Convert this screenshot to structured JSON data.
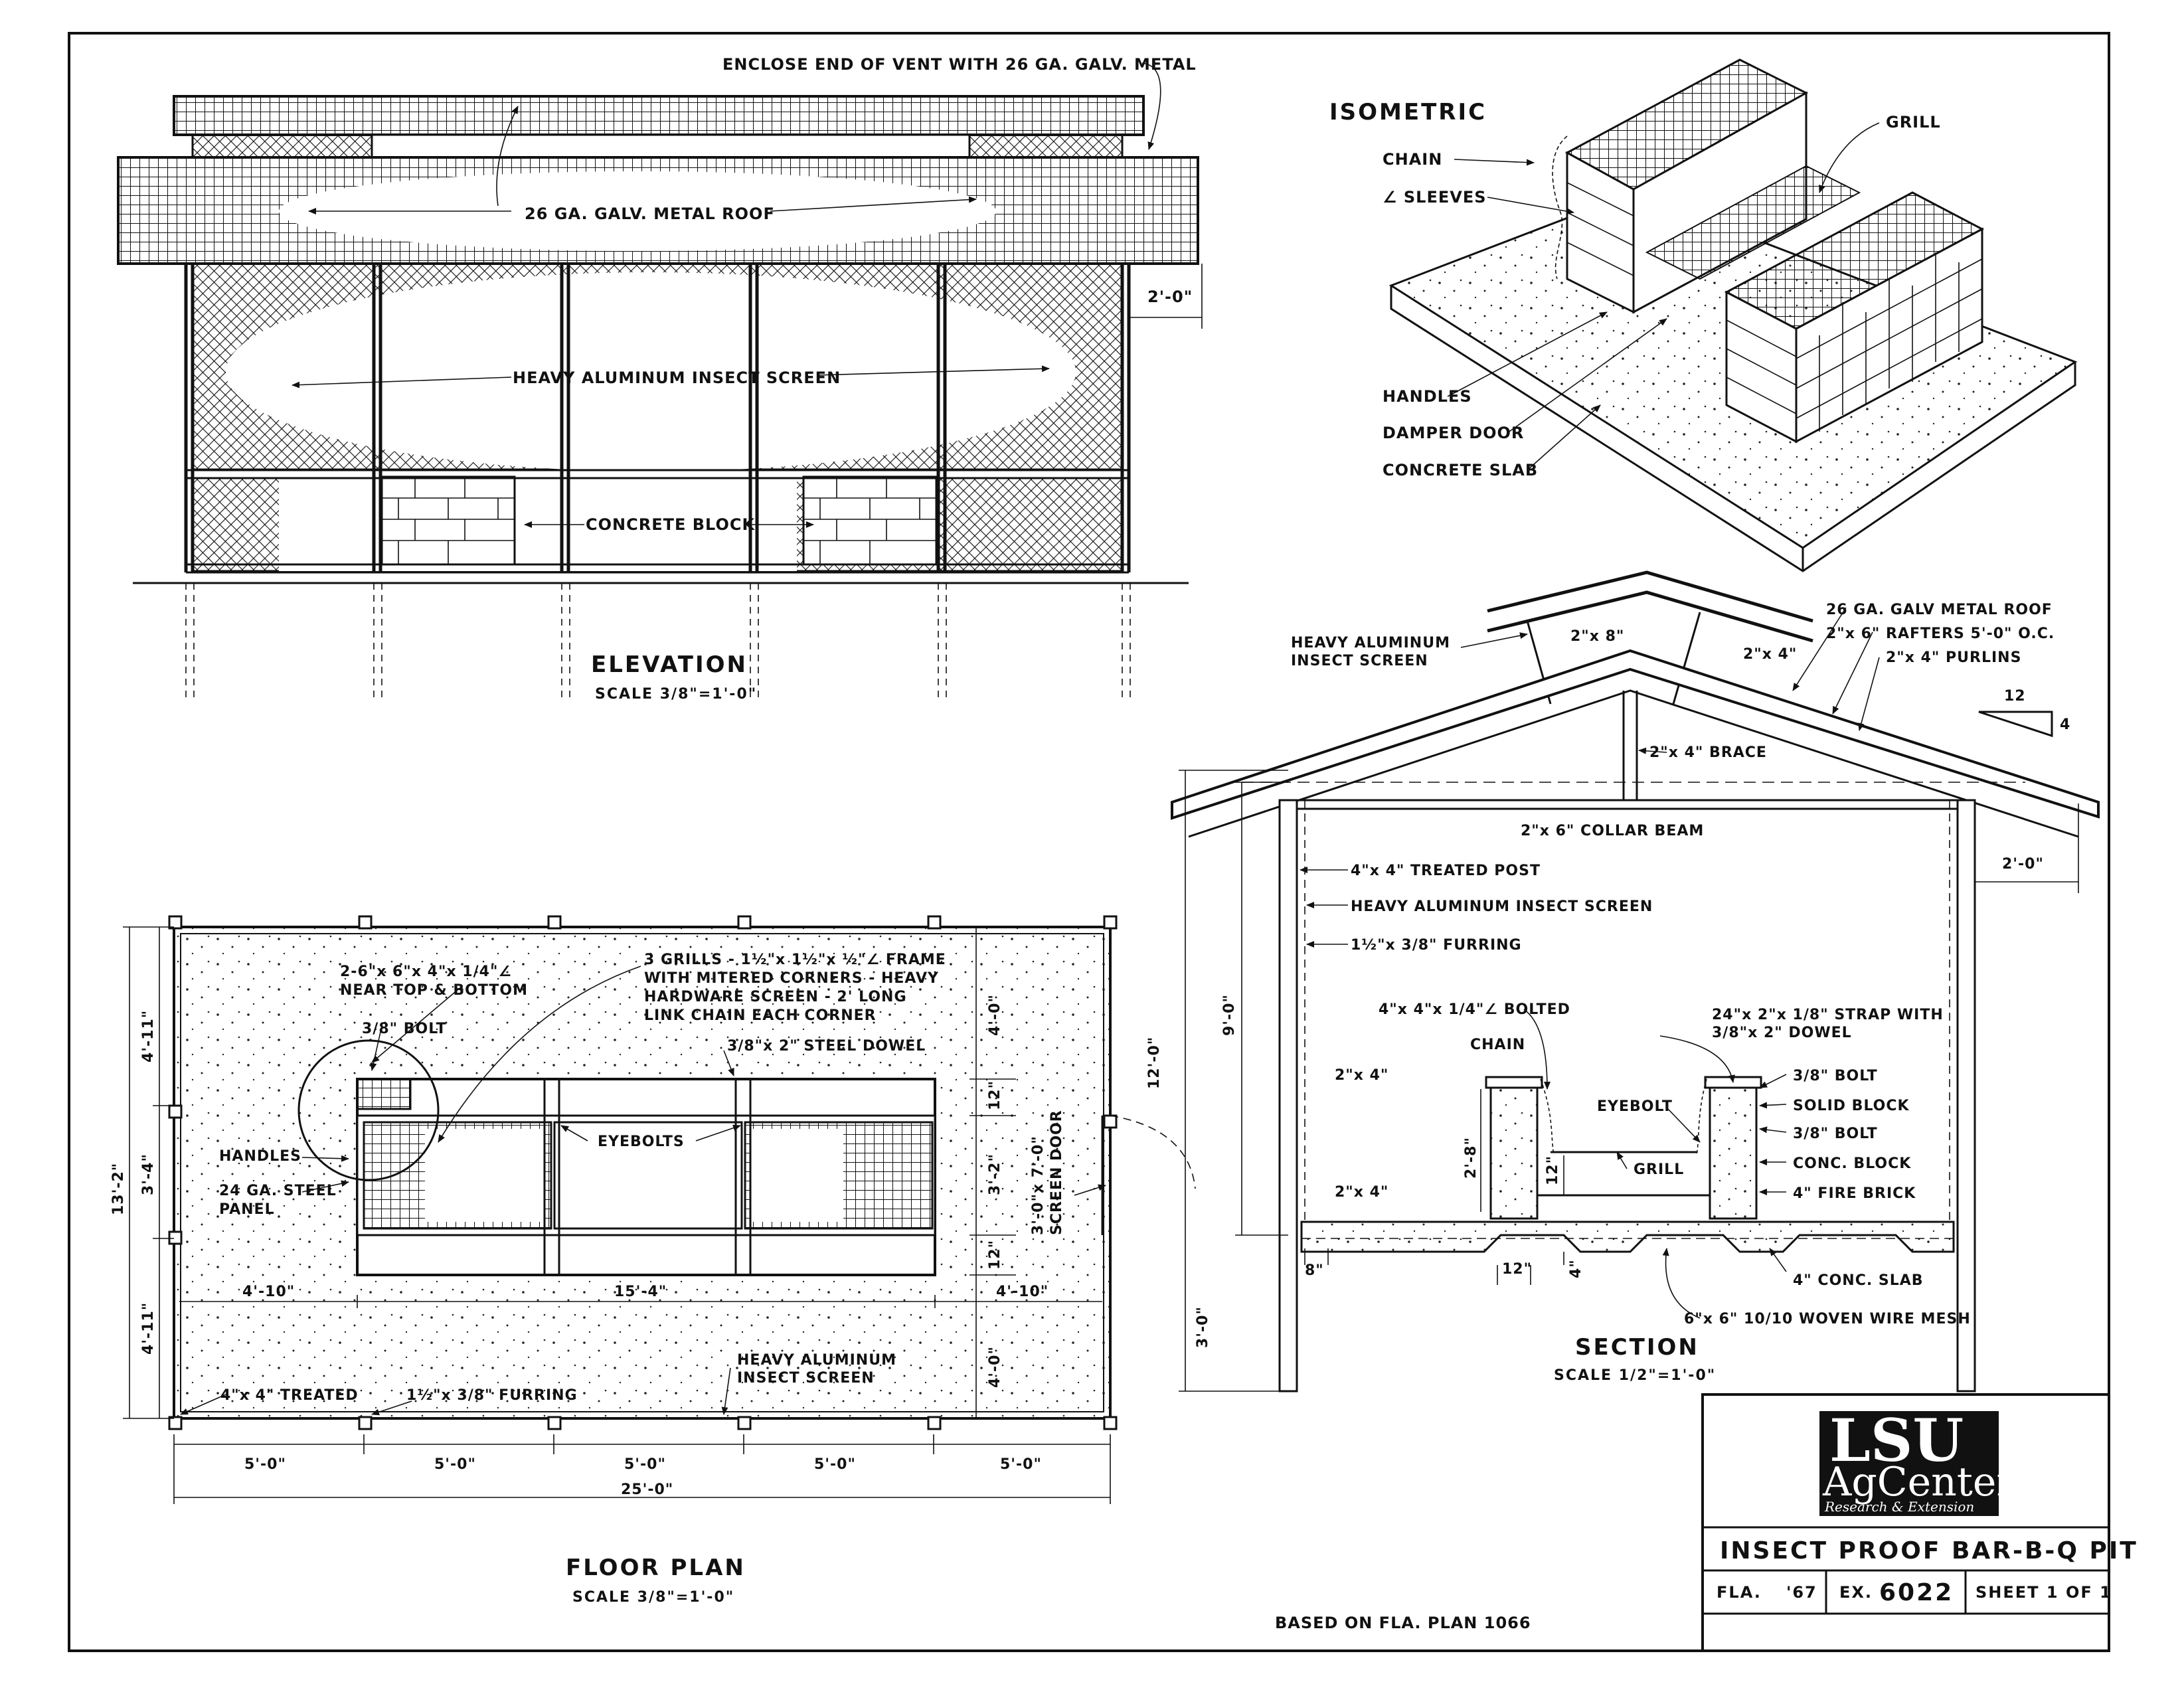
{
  "elevation": {
    "title": "ELEVATION",
    "scale": "SCALE 3/8\"=1'-0\"",
    "labels": {
      "vent_end": "ENCLOSE END OF VENT WITH 26 GA. GALV. METAL",
      "roof": "26 GA. GALV. METAL ROOF",
      "screen": "HEAVY ALUMINUM INSECT SCREEN",
      "block": "CONCRETE BLOCK",
      "overhang": "2'-0\""
    }
  },
  "isometric": {
    "title": "ISOMETRIC",
    "labels": {
      "chain": "CHAIN",
      "sleeves": "∠ SLEEVES",
      "handles": "HANDLES",
      "damper": "DAMPER DOOR",
      "slab": "CONCRETE SLAB",
      "grill": "GRILL"
    }
  },
  "section": {
    "title": "SECTION",
    "scale": "SCALE 1/2\"=1'-0\"",
    "slope": {
      "run": "12",
      "rise": "4"
    },
    "labels": {
      "screen_top": "HEAVY ALUMINUM",
      "screen_top2": "INSECT SCREEN",
      "roof": "26 GA. GALV METAL ROOF",
      "rafters": "2\"x 6\" RAFTERS 5'-0\" O.C.",
      "purlins": "2\"x 4\" PURLINS",
      "r2x8": "2\"x 8\"",
      "r2x4": "2\"x 4\"",
      "brace": "2\"x 4\" BRACE",
      "collar": "2\"x 6\" COLLAR BEAM",
      "post": "4\"x 4\" TREATED POST",
      "screen": "HEAVY ALUMINUM INSECT SCREEN",
      "furring": "1½\"x 3/8\" FURRING",
      "overhang": "2'-0\"",
      "h12": "12'-0\"",
      "h9": "9'-0\"",
      "h3": "3'-0\"",
      "a2x4_a": "2\"x 4\"",
      "a2x4_b": "2\"x 4\"",
      "angle": "4\"x 4\"x 1/4\"∠ BOLTED",
      "chain": "CHAIN",
      "eyebolt": "EYEBOLT",
      "grill": "GRILL",
      "h28": "2'-8\"",
      "h12in": "12\"",
      "strap": "24\"x 2\"x 1/8\" STRAP WITH",
      "strap2": "3/8\"x 2\" DOWEL",
      "bolt1": "3/8\" BOLT",
      "solid": "SOLID BLOCK",
      "bolt2": "3/8\" BOLT",
      "conc_block": "CONC. BLOCK",
      "fire": "4\" FIRE BRICK",
      "d8": "8\"",
      "d12": "12\"",
      "d4": "4\"",
      "slab": "4\" CONC. SLAB",
      "mesh": "6\"x 6\" 10/10 WOVEN WIRE MESH"
    }
  },
  "floor_plan": {
    "title": "FLOOR PLAN",
    "scale": "SCALE 3/8\"=1'-0\"",
    "labels": {
      "angle": "2-6\"x 6\"x 4\"x 1/4\"∠",
      "angle2": "NEAR TOP & BOTTOM",
      "bolt": "3/8\" BOLT",
      "grills": "3 GRILLS - 1½\"x 1½\"x ½\"∠ FRAME",
      "grills2": "WITH MITERED CORNERS - HEAVY",
      "grills3": "HARDWARE SCREEN - 2' LONG",
      "grills4": "LINK CHAIN EACH CORNER",
      "dowel": "3/8\"x 2\" STEEL DOWEL",
      "handles": "HANDLES",
      "eyebolts": "EYEBOLTS",
      "panel": "24 GA. STEEL",
      "panel2": "PANEL",
      "door": "3'-0\"x 7'-0\"",
      "door2": "SCREEN DOOR",
      "screen": "HEAVY ALUMINUM",
      "screen2": "INSECT SCREEN",
      "treated": "4\"x 4\" TREATED",
      "furring": "1½\"x 3/8\" FURRING"
    },
    "dims": {
      "left_top": "4'-11\"",
      "left_mid": "3'-4\"",
      "left_bot": "4'-11\"",
      "overall": "13'-2\"",
      "right_top": "4'-0\"",
      "r12a": "12\"",
      "r32": "3'-2\"",
      "r12b": "12\"",
      "right_bot": "4'-0\"",
      "w_left": "4'-10\"",
      "w_mid": "15'-4\"",
      "w_right": "4'-10\"",
      "bays": [
        "5'-0\"",
        "5'-0\"",
        "5'-0\"",
        "5'-0\"",
        "5'-0\""
      ],
      "total": "25'-0\""
    }
  },
  "notes": {
    "based_on": "BASED ON FLA. PLAN 1066"
  },
  "title_block": {
    "logo_top": "LSU",
    "logo_mid": "AgCenter",
    "logo_sub": "Research & Extension",
    "project": "INSECT PROOF BAR-B-Q PIT",
    "fla": "FLA.",
    "year": "'67",
    "ex": "EX.",
    "ex_no": "6022",
    "sheet": "SHEET 1 OF 1"
  }
}
